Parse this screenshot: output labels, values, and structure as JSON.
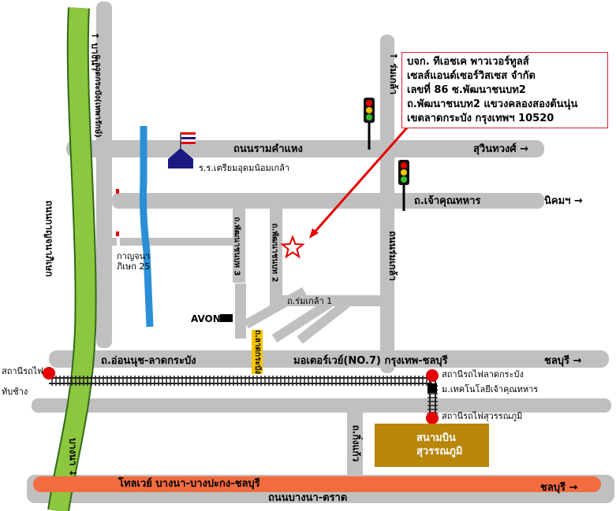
{
  "address": {
    "lines": [
      "บจก. ทีเอชเค พาวเวอร์ทูลส์",
      "เซลส์แอนด์เซอร์วิสเซส จำกัด",
      "เลขที่ 86 ซ.พัฒนาชนบท2",
      "ถ.พัฒนาชนบท2 แขวงคลองสองต้นนุ่น",
      "เขตลาดกระบัง กรุงเทพฯ 10520"
    ],
    "border_color": "#d4232b"
  },
  "roads": {
    "ramkhamhaeng": "ถนนรามคำแหง",
    "sukhumvit_71": "สุวินทวงศ์",
    "chao_khun_thahan": "ถ.เจ้าคุณทหาร",
    "nikom": "นิคมฯ",
    "on_nut": "ถ.อ่อนนุช-ลาดกระบัง",
    "motorway": "มอเตอร์เวย์(NO.7) กรุงเทพ-ชลบุรี",
    "chonburi_motorway": "ชลบุรี",
    "tollway": "โทลเวย์ บางนา-บางปะกง-ชลบุรี",
    "bangna_trat": "ถนนบางนา-ตราด",
    "chonburi_tollway": "ชลบุรี",
    "rom_klao_1": "ถ.ร่มเกล้า 1",
    "left_vertical_green": "ถนนกาญจนาภิเษก",
    "left_vertical_green_top": "บางนา",
    "left_vertical_green_bottom": "บางนา",
    "lat_krabang_left": "ถ.ลาดกระบัง(เทพารักษ์)",
    "phatthana_chonnabot_3": "ถ.พัฒนาชนบท 3",
    "phatthana_chonnabot_2": "ถ.พัฒนาชนบท 2",
    "rom_klao_road": "ถนนร่มเกล้า",
    "rom_klao_top": "ร่มเกล้า",
    "king_kaew": "ถ.กิ่งแก้ว",
    "lat_krabang_vertical": "ถ.ลาดกระบัง"
  },
  "places": {
    "school": "ร.ร.เตรียมอุดมน้อมเกล้า",
    "kanchana": "กาญจนา",
    "kanchana_2": "ภิเษก 25",
    "avon": "AVON",
    "station_left": "สถานีรถไฟ",
    "station_left_2": "ทับช้าง",
    "station_lat_krabang": "สถานีรถไฟลาดกระบัง",
    "kmitl": "ม.เทคโนโลยีเจ้าคุณทหาร",
    "station_suvarnabhumi": "สถานีรถไฟสุวรรณภูมิ",
    "airport_1": "สนามบิน",
    "airport_2": "สุวรรณภูมิ"
  },
  "icons": {
    "arrow_right": "→",
    "arrow_up": "↑",
    "arrow_down": "↓"
  },
  "colors": {
    "road": "#c0c0c0",
    "green_road": "#8dc63f",
    "tollway": "#f26c3f",
    "canal": "#2a8fd6",
    "railway": "#222222",
    "star": "#e60000",
    "pointer": "#e60000",
    "airport": "#b8860b"
  }
}
